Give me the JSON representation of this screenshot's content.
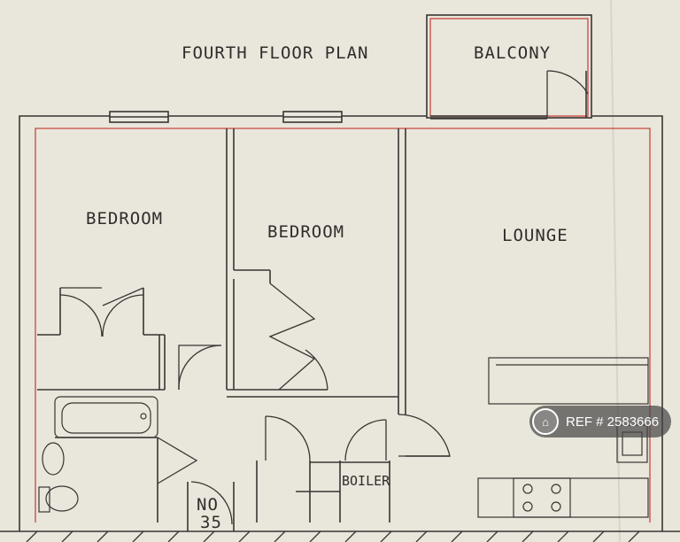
{
  "plan": {
    "title": "FOURTH FLOOR PLAN",
    "rooms": {
      "balcony": "BALCONY",
      "bedroom_1": "BEDROOM",
      "bedroom_2": "BEDROOM",
      "lounge": "LOUNGE",
      "boiler": "BOILER",
      "flat_no_line1": "NO",
      "flat_no_line2": "35"
    }
  },
  "badge": {
    "icon": "home-icon",
    "text": "REF # 2583666"
  },
  "colors": {
    "paper": "#e9e6dc",
    "line": "#3a3433",
    "outline_red": "#c8483e"
  }
}
